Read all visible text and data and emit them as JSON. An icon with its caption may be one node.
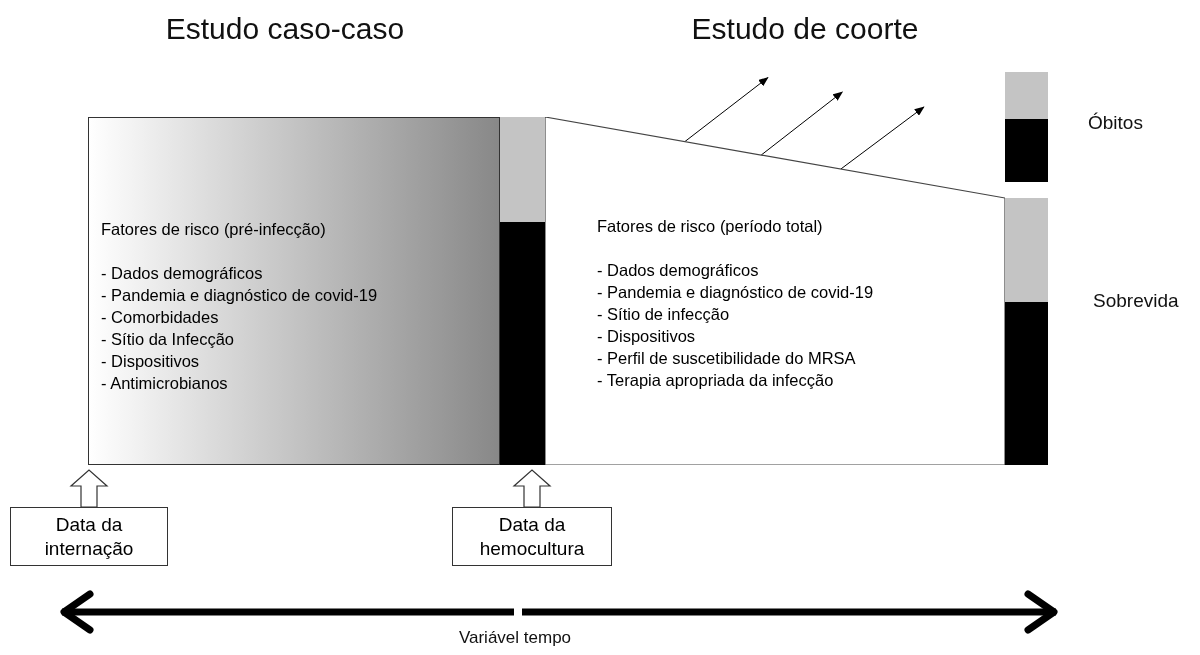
{
  "diagram": {
    "nodes": [
      {
        "text": [
          "Fatores de risco (pré-infecção)",
          "- Dados demográficos",
          "- Pandemia e diagnóstico de covid-19",
          "- Comorbidades",
          "- Sítio da Infecção",
          "- Dispositivos",
          "- Antimicrobianos"
        ]
      },
      {
        "text": [],
        "shape": "bar"
      },
      {
        "text": [
          "Fatores de risco (período total)",
          "- Dados demográficos",
          "- Pandemia e diagnóstico de covid-19",
          "- Sítio de infecção",
          "- Dispositivos",
          "- Perfil de suscetibilidade do MRSA",
          "- Terapia apropriada da infecção"
        ]
      },
      {
        "text": [],
        "shape": "bar",
        "beside": [
          "Óbitos"
        ]
      },
      {
        "text": [],
        "shape": "bar",
        "beside": [
          "Sobrevida"
        ]
      },
      {
        "text": [
          "Data da internação"
        ]
      },
      {
        "text": [
          "Data da hemocultura"
        ]
      }
    ],
    "edges": [
      {
        "from": 5,
        "to": 0,
        "arrow": "to"
      },
      {
        "from": 6,
        "to": 1,
        "arrow": "to"
      },
      {
        "from": 2,
        "to": null,
        "arrow": "to"
      },
      {
        "from": 2,
        "to": null,
        "arrow": "to"
      },
      {
        "from": 2,
        "to": null,
        "arrow": "to"
      }
    ],
    "labels": [
      "Estudo caso-caso",
      "Estudo de coorte",
      "Variável tempo"
    ]
  }
}
